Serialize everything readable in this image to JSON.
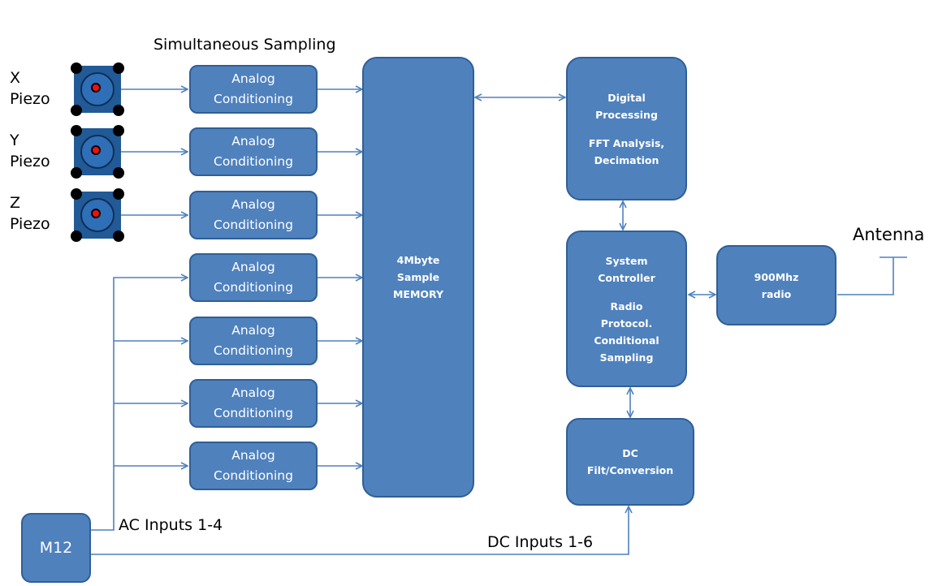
{
  "title": "Simultaneous Sampling",
  "piezos": [
    {
      "axis": "X",
      "label": "Piezo"
    },
    {
      "axis": "Y",
      "label": "Piezo"
    },
    {
      "axis": "Z",
      "label": "Piezo"
    }
  ],
  "analog_conditioning": [
    {
      "line1": "Analog",
      "line2": "Conditioning"
    },
    {
      "line1": "Analog",
      "line2": "Conditioning"
    },
    {
      "line1": "Analog",
      "line2": "Conditioning"
    },
    {
      "line1": "Analog",
      "line2": "Conditioning"
    },
    {
      "line1": "Analog",
      "line2": "Conditioning"
    },
    {
      "line1": "Analog",
      "line2": "Conditioning"
    },
    {
      "line1": "Analog",
      "line2": "Conditioning"
    }
  ],
  "memory": {
    "line1": "4Mbyte",
    "line2": "Sample",
    "line3": "MEMORY"
  },
  "digital_processing": {
    "line1": "Digital",
    "line2": "Processing",
    "line3": "FFT Analysis,",
    "line4": "Decimation"
  },
  "system_controller": {
    "line1": "System",
    "line2": "Controller",
    "line3": "Radio",
    "line4": "Protocol.",
    "line5": "Conditional",
    "line6": "Sampling"
  },
  "radio": {
    "line1": "900Mhz",
    "line2": "radio"
  },
  "dc_block": {
    "line1": "DC",
    "line2": "Filt/Conversion"
  },
  "connector": {
    "label": "M12"
  },
  "antenna_label": "Antenna",
  "ac_inputs_label": "AC Inputs 1-4",
  "dc_inputs_label": "DC Inputs 1-6",
  "colors": {
    "block_fill": "#4f81bd",
    "block_border": "#2f5f96",
    "wire": "#4f81bd",
    "sensor_center": "#ee1111"
  }
}
